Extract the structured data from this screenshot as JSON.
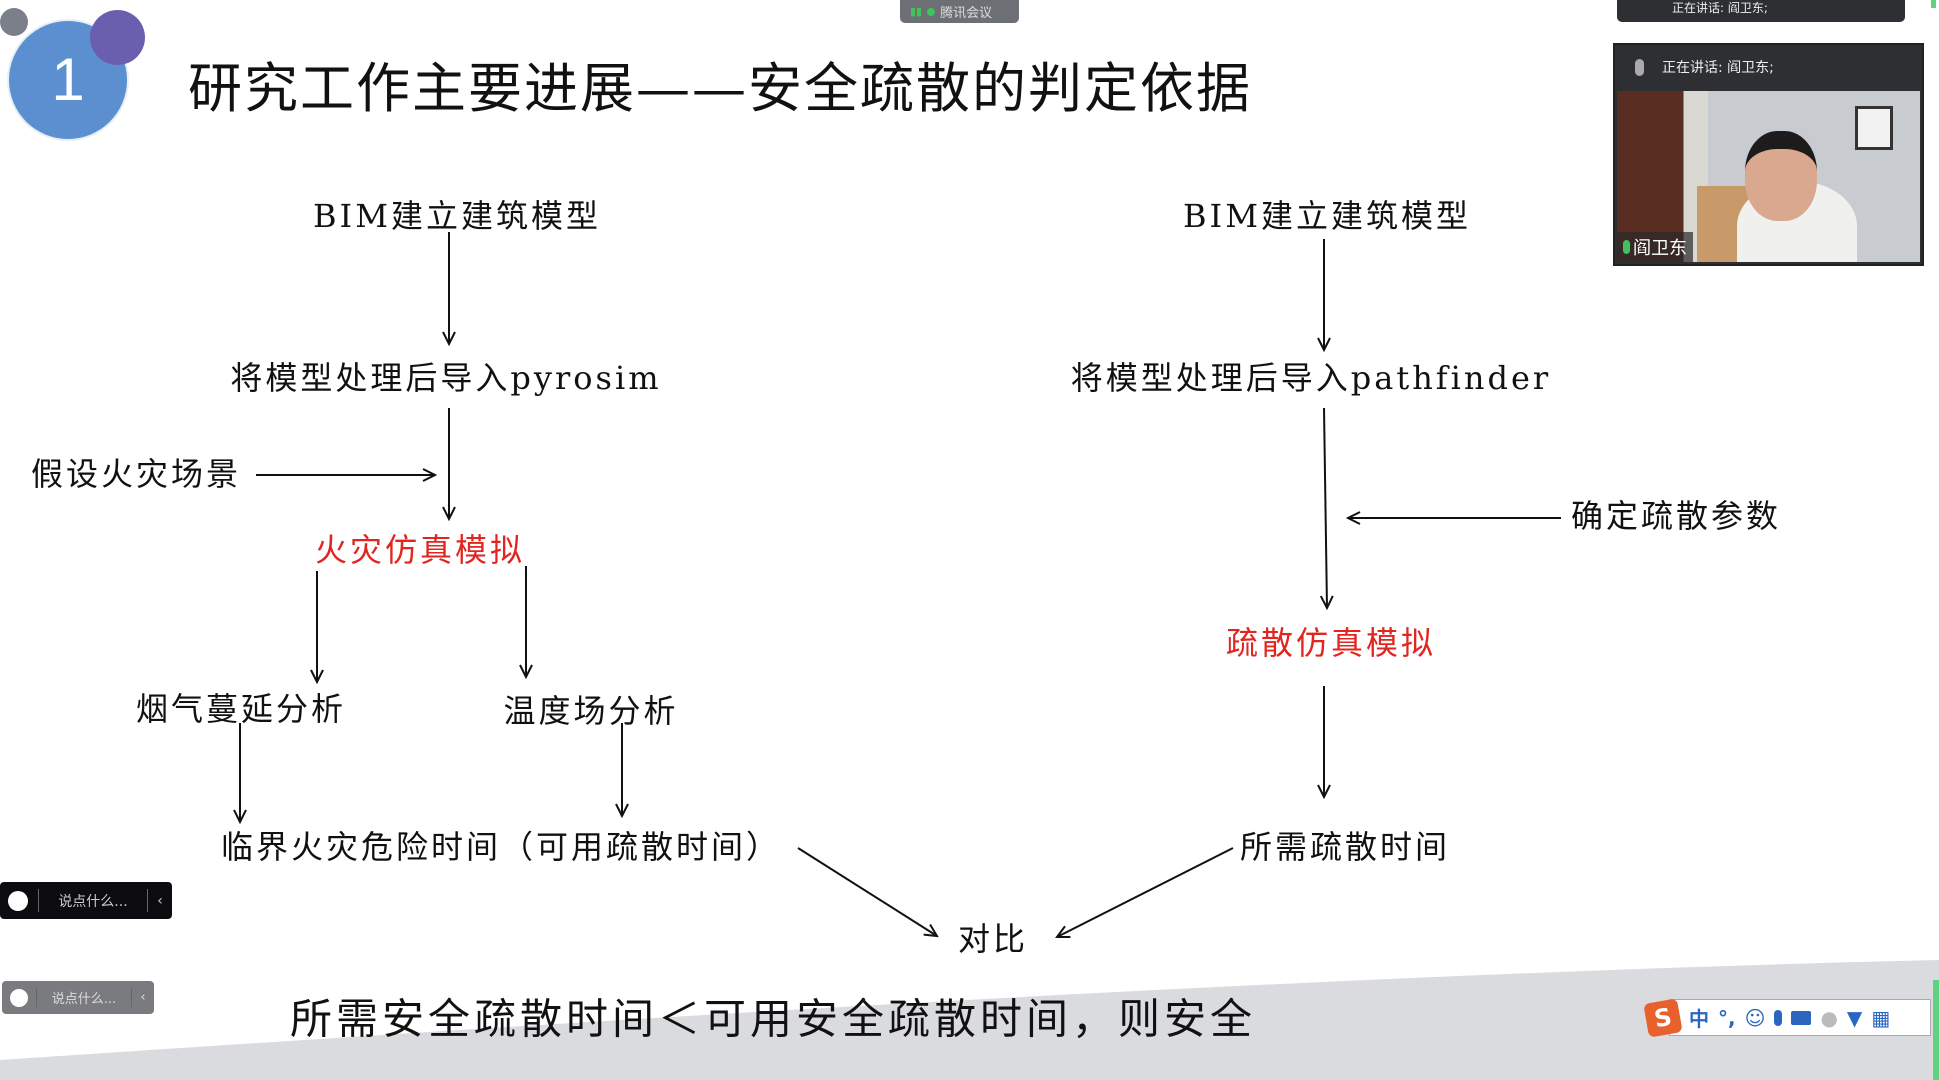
{
  "slide": {
    "number": "1",
    "title": "研究工作主要进展——安全疏散的判定依据",
    "left_flow": {
      "bim": "BIM建立建筑模型",
      "import": "将模型处理后导入pyrosim",
      "assume": "假设火灾场景",
      "simulate": "火灾仿真模拟",
      "smoke": "烟气蔓延分析",
      "temperature": "温度场分析",
      "critical_time": "临界火灾危险时间（可用疏散时间）"
    },
    "right_flow": {
      "bim": "BIM建立建筑模型",
      "import": "将模型处理后导入pathfinder",
      "params": "确定疏散参数",
      "simulate": "疏散仿真模拟",
      "required_time": "所需疏散时间"
    },
    "compare": "对比",
    "conclusion": "所需安全疏散时间＜可用安全疏散时间，则安全",
    "accent_color": "#e0261f"
  },
  "meeting": {
    "app_label": "腾讯会议",
    "speaking_top": "正在讲话: 阎卫东;",
    "speaking_panel": "正在讲话: 阎卫东;",
    "participant_name": "阎卫东"
  },
  "chat": {
    "placeholder_1": "说点什么...",
    "placeholder_2": "说点什么..."
  },
  "ime": {
    "mode": "中",
    "punct": "°,"
  }
}
